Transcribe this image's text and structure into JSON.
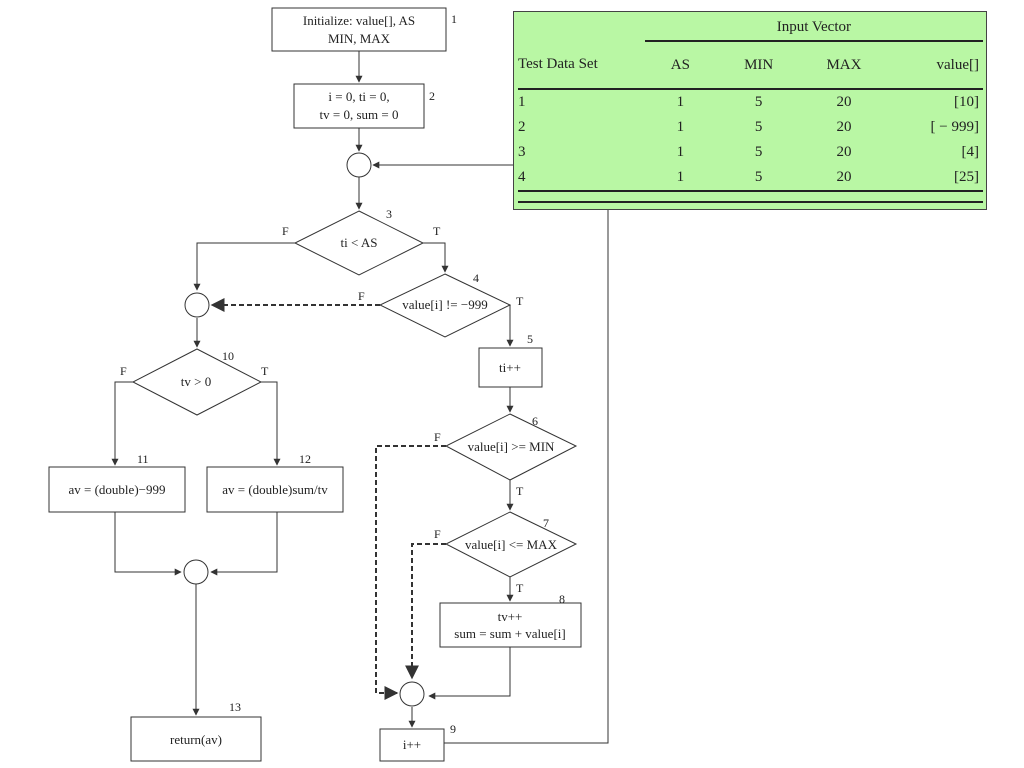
{
  "nodes": {
    "n1": {
      "line1": "Initialize: value[], AS",
      "line2": "MIN, MAX",
      "num": "1"
    },
    "n2": {
      "line1": "i = 0, ti = 0,",
      "line2": "tv = 0, sum = 0",
      "num": "2"
    },
    "n3": {
      "label": "ti < AS",
      "num": "3",
      "f": "F",
      "t": "T"
    },
    "n4": {
      "label": "value[i] != −999",
      "num": "4",
      "f": "F",
      "t": "T"
    },
    "n5": {
      "label": "ti++",
      "num": "5"
    },
    "n6": {
      "label": "value[i] >= MIN",
      "num": "6",
      "f": "F",
      "t": "T"
    },
    "n7": {
      "label": "value[i] <= MAX",
      "num": "7",
      "f": "F",
      "t": "T"
    },
    "n8": {
      "line1": "tv++",
      "line2": "sum = sum + value[i]",
      "num": "8"
    },
    "n9": {
      "label": "i++",
      "num": "9"
    },
    "n10": {
      "label": "tv > 0",
      "num": "10",
      "f": "F",
      "t": "T"
    },
    "n11": {
      "label": "av = (double)−999",
      "num": "11"
    },
    "n12": {
      "label": "av = (double)sum/tv",
      "num": "12"
    },
    "n13": {
      "label": "return(av)",
      "num": "13"
    }
  },
  "input_table": {
    "title": "Input Vector",
    "headers": [
      "Test Data Set",
      "AS",
      "MIN",
      "MAX",
      "value[]"
    ],
    "rows": [
      [
        "1",
        "1",
        "5",
        "20",
        "[10]"
      ],
      [
        "2",
        "1",
        "5",
        "20",
        "[ − 999]"
      ],
      [
        "3",
        "1",
        "5",
        "20",
        "[4]"
      ],
      [
        "4",
        "1",
        "5",
        "20",
        "[25]"
      ]
    ],
    "background": "#b9f7a4"
  }
}
